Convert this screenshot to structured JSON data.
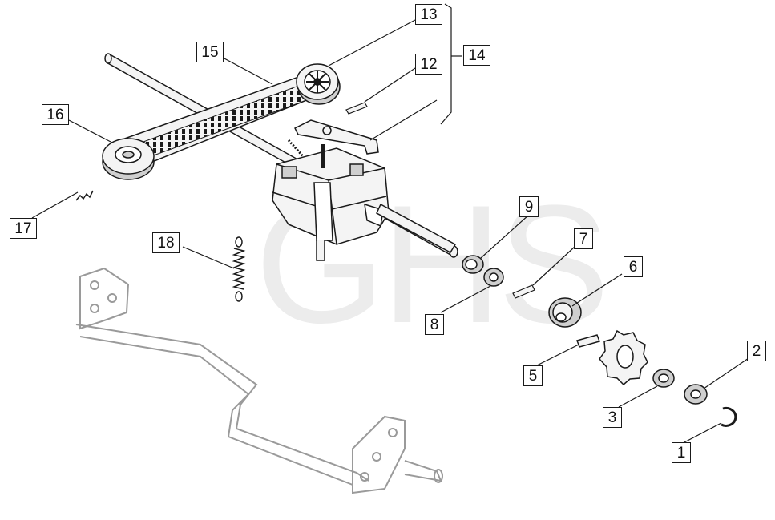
{
  "watermark": {
    "text": "GHS",
    "color": "#ececec"
  },
  "colors": {
    "line": "#1a1a1a",
    "ghost": "#9a9a9a",
    "fill": "#f4f4f4",
    "shade": "#cfcfcf"
  },
  "callouts": [
    {
      "id": "13",
      "label": "13"
    },
    {
      "id": "14",
      "label": "14"
    },
    {
      "id": "15",
      "label": "15"
    },
    {
      "id": "12",
      "label": "12"
    },
    {
      "id": "16",
      "label": "16"
    },
    {
      "id": "17",
      "label": "17"
    },
    {
      "id": "18",
      "label": "18"
    },
    {
      "id": "9",
      "label": "9"
    },
    {
      "id": "7",
      "label": "7"
    },
    {
      "id": "6",
      "label": "6"
    },
    {
      "id": "8",
      "label": "8"
    },
    {
      "id": "5",
      "label": "5"
    },
    {
      "id": "2",
      "label": "2"
    },
    {
      "id": "3",
      "label": "3"
    },
    {
      "id": "1",
      "label": "1"
    }
  ]
}
